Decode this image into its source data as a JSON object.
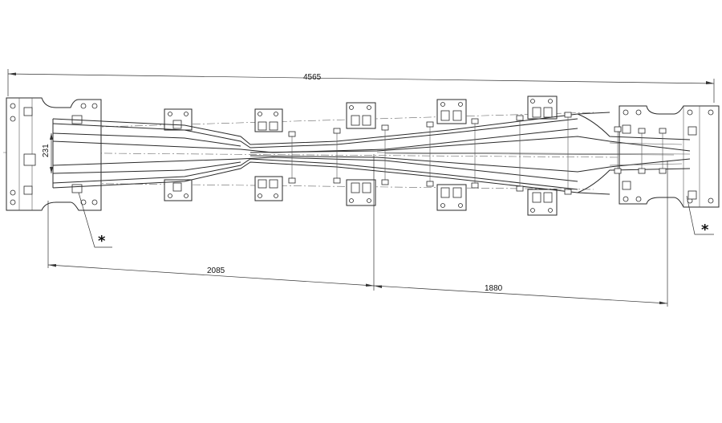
{
  "dimensions": {
    "overall": "4565",
    "left_span": "2085",
    "right_span": "1880",
    "gauge": "231"
  },
  "markers": {
    "left": "*",
    "right": "*"
  }
}
